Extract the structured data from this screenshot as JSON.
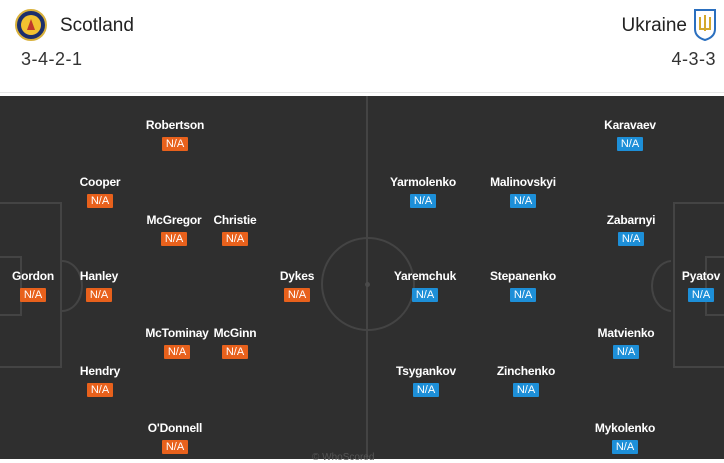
{
  "home": {
    "name": "Scotland",
    "formation": "3-4-2-1",
    "crest_icon": "scotland-crest-icon",
    "rating_color": "#e8611c",
    "players": [
      {
        "name": "Robertson",
        "rating": "N/A"
      },
      {
        "name": "Cooper",
        "rating": "N/A"
      },
      {
        "name": "McGregor",
        "rating": "N/A"
      },
      {
        "name": "Christie",
        "rating": "N/A"
      },
      {
        "name": "Gordon",
        "rating": "N/A"
      },
      {
        "name": "Hanley",
        "rating": "N/A"
      },
      {
        "name": "Dykes",
        "rating": "N/A"
      },
      {
        "name": "McTominay",
        "rating": "N/A"
      },
      {
        "name": "McGinn",
        "rating": "N/A"
      },
      {
        "name": "Hendry",
        "rating": "N/A"
      },
      {
        "name": "O'Donnell",
        "rating": "N/A"
      }
    ]
  },
  "away": {
    "name": "Ukraine",
    "formation": "4-3-3",
    "crest_icon": "ukraine-crest-icon",
    "rating_color": "#1d8fd8",
    "players": [
      {
        "name": "Karavaev",
        "rating": "N/A"
      },
      {
        "name": "Yarmolenko",
        "rating": "N/A"
      },
      {
        "name": "Malinovskyi",
        "rating": "N/A"
      },
      {
        "name": "Zabarnyi",
        "rating": "N/A"
      },
      {
        "name": "Yaremchuk",
        "rating": "N/A"
      },
      {
        "name": "Stepanenko",
        "rating": "N/A"
      },
      {
        "name": "Pyatov",
        "rating": "N/A"
      },
      {
        "name": "Matvienko",
        "rating": "N/A"
      },
      {
        "name": "Tsygankov",
        "rating": "N/A"
      },
      {
        "name": "Zinchenko",
        "rating": "N/A"
      },
      {
        "name": "Mykolenko",
        "rating": "N/A"
      }
    ]
  },
  "pitch_color": "#2f2f2f",
  "watermark": "© WhoScored"
}
